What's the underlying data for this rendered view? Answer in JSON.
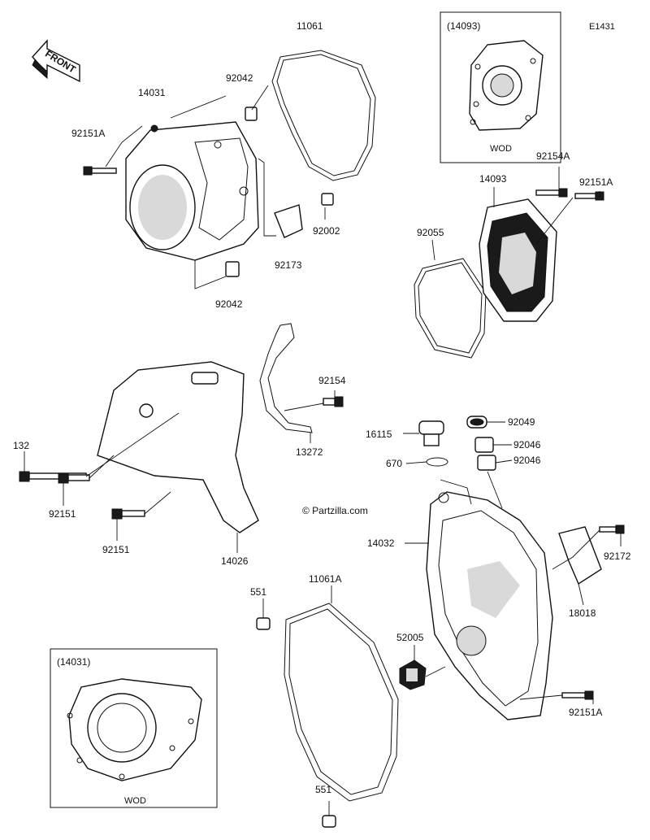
{
  "diagram": {
    "code": "E1431",
    "front_label": "FRONT",
    "watermark": "© Partzilla.com",
    "insets": {
      "top_right": {
        "ref": "(14093)",
        "note": "WOD"
      },
      "bottom_left": {
        "ref": "(14031)",
        "note": "WOD"
      }
    },
    "labels": {
      "p11061": "11061",
      "p14031": "14031",
      "p92042_top": "92042",
      "p92151A_left": "92151A",
      "p92002": "92002",
      "p92173": "92173",
      "p92042_bottom": "92042",
      "p92154A": "92154A",
      "p14093": "14093",
      "p92151A_right": "92151A",
      "p92055": "92055",
      "p92154": "92154",
      "p132": "132",
      "p13272": "13272",
      "p92151_a": "92151",
      "p92151_b": "92151",
      "p14026": "14026",
      "p16115": "16115",
      "p92049": "92049",
      "p92046_a": "92046",
      "p670": "670",
      "p92046_b": "92046",
      "p14032": "14032",
      "p92172": "92172",
      "p18018": "18018",
      "p551_top": "551",
      "p11061A": "11061A",
      "p52005": "52005",
      "p92151A_bottom": "92151A",
      "p551_bottom": "551"
    }
  }
}
